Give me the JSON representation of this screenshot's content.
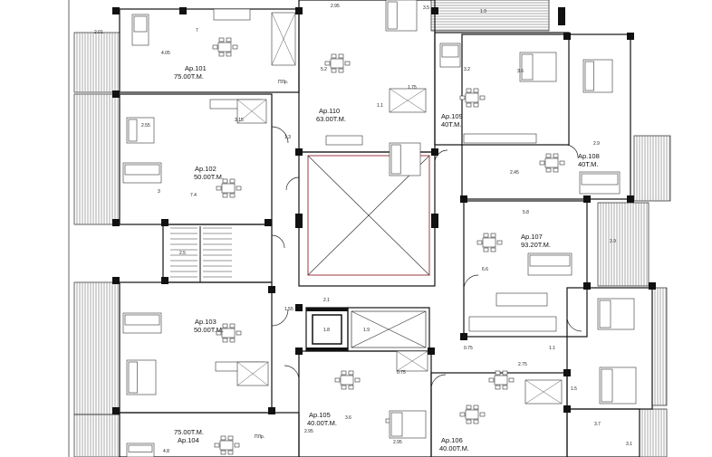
{
  "apartments": [
    {
      "id": "ap101",
      "name": "Ap.101",
      "area": "75.00T.M."
    },
    {
      "id": "ap102",
      "name": "Ap.102",
      "area": "50.00T.M."
    },
    {
      "id": "ap103",
      "name": "Ap.103",
      "area": "50.00T.M."
    },
    {
      "id": "ap104",
      "name": "Ap.104",
      "area": "75.00T.M."
    },
    {
      "id": "ap105",
      "name": "Ap.105",
      "area": "40.00T.M."
    },
    {
      "id": "ap106",
      "name": "Ap.106",
      "area": "40.00T.M."
    },
    {
      "id": "ap107",
      "name": "Ap.107",
      "area": "93.20T.M."
    },
    {
      "id": "ap108",
      "name": "Ap.108",
      "area": "40T.M."
    },
    {
      "id": "ap109",
      "name": "Ap.109",
      "area": "40T.M."
    },
    {
      "id": "ap110",
      "name": "Ap.110",
      "area": "63.00T.M."
    }
  ],
  "dimensions": [
    "2.95",
    "3.5",
    "1.9",
    "2.01",
    "7",
    "4.05",
    "5.2",
    "3.2",
    "3.6",
    "1.75",
    "3.15",
    "2.55",
    "1.3",
    "1.1",
    "2.9",
    "2.45",
    "3",
    "7.4",
    "5.8",
    "3.9",
    "2.5",
    "6.6",
    "1.55",
    "2.1",
    "1.8",
    "1.9",
    "0.75",
    "2.75",
    "1.1",
    "1.5",
    "2.95",
    "3.7",
    "3.1",
    "4.8",
    "3.6",
    "0.75",
    "2.95"
  ],
  "labels": {
    "pl1": "ПЛр.",
    "pl2": "ПЛр."
  },
  "colors": {
    "line": "#111111",
    "shaft": "#9c3a44"
  }
}
